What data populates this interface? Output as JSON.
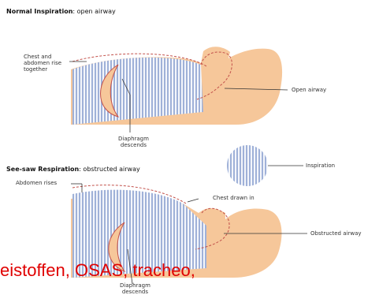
{
  "panel_top": {
    "title_bold": "Normal Inspiration",
    "title_rest": ": open airway",
    "label_chest": "Chest and\nabdomen rise\ntogether",
    "label_airway": "Open airway",
    "label_diaphragm": "Diaphragm\ndescends"
  },
  "legend": {
    "label": "Inspiration"
  },
  "panel_bottom": {
    "title_bold": "See-saw Respiration",
    "title_rest": ": obstructed airway",
    "label_abdomen": "Abdomen rises",
    "label_chest": "Chest drawn in",
    "label_airway": "Obstructed airway",
    "label_diaphragm": "Diaphragm\ndescends"
  },
  "overlay_caption": "eistoffen, OSAS, tracheo,",
  "colors": {
    "skin": "#f6c79a",
    "stripe": "#9fb1d8",
    "outline": "#c2504a",
    "overlay": "#e00000"
  }
}
